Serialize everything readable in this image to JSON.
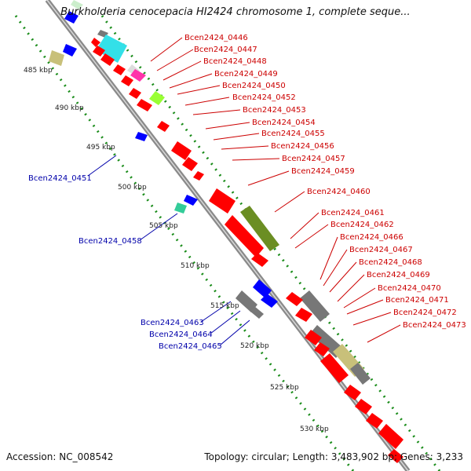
{
  "title": "Burkholderia cenocepacia HI2424 chromosome 1, complete seque...",
  "accession": "Accession: NC_008542",
  "topology": "Topology: circular; Length: 3,483,902 bp; Genes: 3,233",
  "colors": {
    "forward_label": "#cc0000",
    "reverse_label": "#0000aa",
    "forward_gene": "#ff0000",
    "reverse_gene": "#0000ff",
    "dots": "#1a8c1a"
  },
  "kbp_ticks": [
    "485 kbp",
    "490 kbp",
    "495 kbp",
    "500 kbp",
    "505 kbp",
    "510 kbp",
    "515 kbp",
    "520 kbp",
    "525 kbp",
    "530 kbp"
  ],
  "forward_labels": [
    "Bcen2424_0446",
    "Bcen2424_0447",
    "Bcen2424_0448",
    "Bcen2424_0449",
    "Bcen2424_0450",
    "Bcen2424_0452",
    "Bcen2424_0453",
    "Bcen2424_0454",
    "Bcen2424_0455",
    "Bcen2424_0456",
    "Bcen2424_0457",
    "Bcen2424_0459",
    "Bcen2424_0460",
    "Bcen2424_0461",
    "Bcen2424_0462",
    "Bcen2424_0466",
    "Bcen2424_0467",
    "Bcen2424_0468",
    "Bcen2424_0469",
    "Bcen2424_0470",
    "Bcen2424_0471",
    "Bcen2424_0472",
    "Bcen2424_0473"
  ],
  "reverse_labels": [
    "Bcen2424_0451",
    "Bcen2424_0458",
    "Bcen2424_0463",
    "Bcen2424_0464",
    "Bcen2424_0465"
  ]
}
